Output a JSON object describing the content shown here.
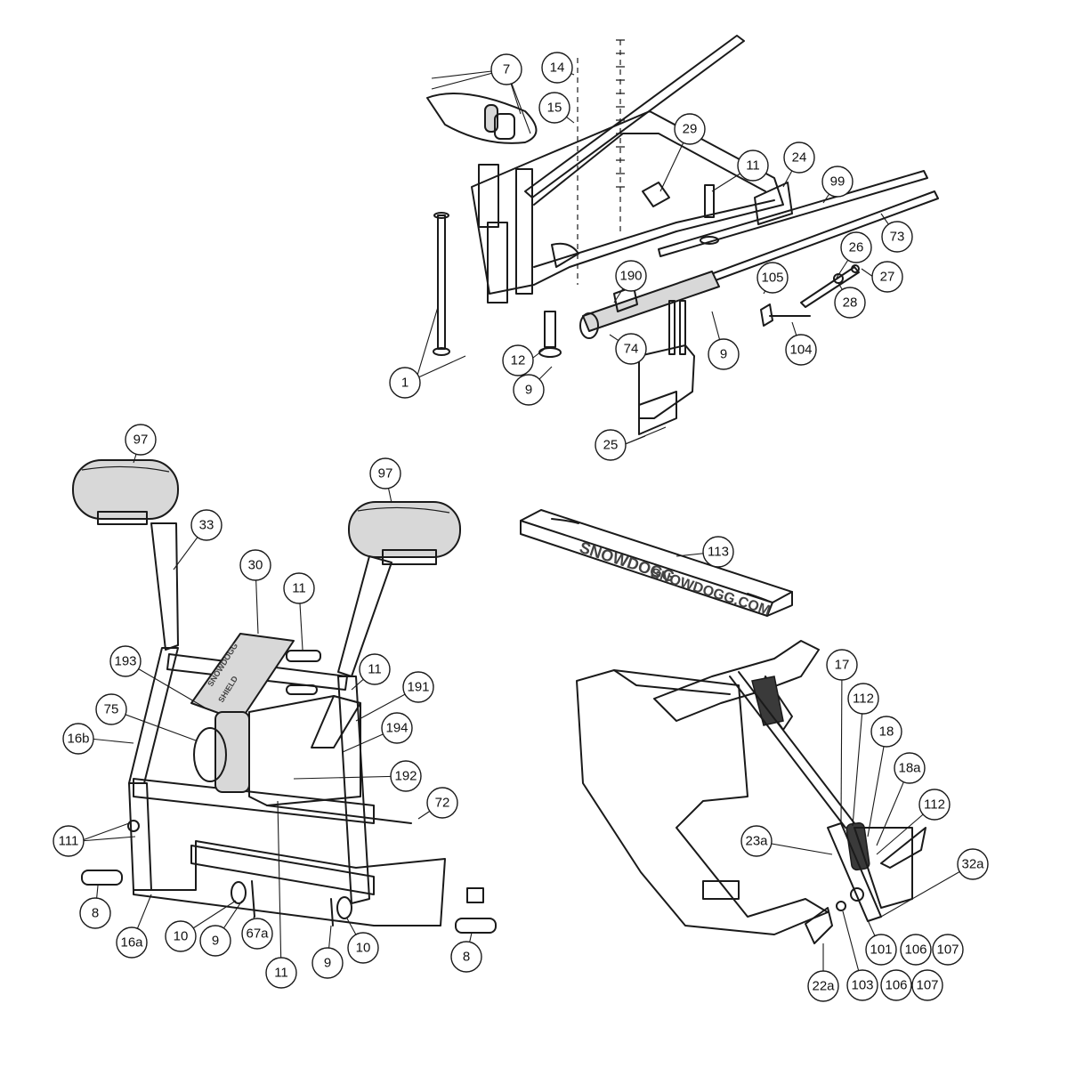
{
  "callouts": [
    {
      "id": "7"
    },
    {
      "id": "14"
    },
    {
      "id": "15"
    },
    {
      "id": "29"
    },
    {
      "id": "11"
    },
    {
      "id": "24"
    },
    {
      "id": "99"
    },
    {
      "id": "73"
    },
    {
      "id": "26"
    },
    {
      "id": "27"
    },
    {
      "id": "105"
    },
    {
      "id": "28"
    },
    {
      "id": "190"
    },
    {
      "id": "104"
    },
    {
      "id": "12"
    },
    {
      "id": "74"
    },
    {
      "id": "9"
    },
    {
      "id": "1"
    },
    {
      "id": "9"
    },
    {
      "id": "25"
    },
    {
      "id": "97"
    },
    {
      "id": "97"
    },
    {
      "id": "33"
    },
    {
      "id": "30"
    },
    {
      "id": "11"
    },
    {
      "id": "193"
    },
    {
      "id": "11"
    },
    {
      "id": "191"
    },
    {
      "id": "75"
    },
    {
      "id": "16b"
    },
    {
      "id": "194"
    },
    {
      "id": "192"
    },
    {
      "id": "72"
    },
    {
      "id": "111"
    },
    {
      "id": "8"
    },
    {
      "id": "10"
    },
    {
      "id": "9"
    },
    {
      "id": "67a"
    },
    {
      "id": "16a"
    },
    {
      "id": "11"
    },
    {
      "id": "9"
    },
    {
      "id": "10"
    },
    {
      "id": "8"
    },
    {
      "id": "113"
    },
    {
      "id": "17"
    },
    {
      "id": "112"
    },
    {
      "id": "18"
    },
    {
      "id": "18a"
    },
    {
      "id": "112"
    },
    {
      "id": "23a"
    },
    {
      "id": "32a"
    },
    {
      "id": "101"
    },
    {
      "id": "106"
    },
    {
      "id": "107"
    },
    {
      "id": "22a"
    },
    {
      "id": "103"
    },
    {
      "id": "106"
    },
    {
      "id": "107"
    }
  ],
  "labels": {
    "crossbar_brand": "SNOWDOGG",
    "crossbar_url": "SNOWDOGG.COM",
    "cover_brand": "SNOWDOGG",
    "cover_model": "SHIELD"
  }
}
